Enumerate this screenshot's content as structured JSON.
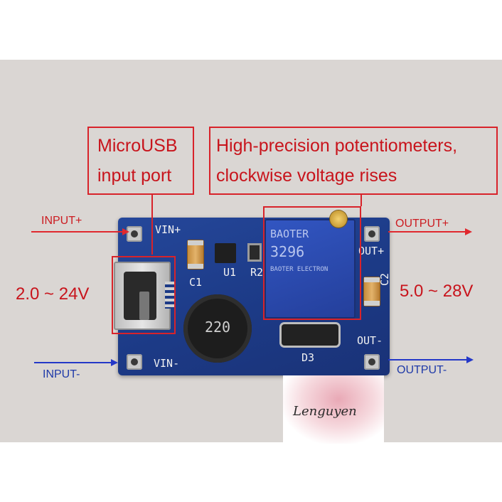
{
  "callouts": {
    "usb_line1": "MicroUSB",
    "usb_line2": "input port",
    "pot_line1": "High-precision potentiometers,",
    "pot_line2": "clockwise voltage rises"
  },
  "io": {
    "input_plus": "INPUT+",
    "input_minus": "INPUT-",
    "output_plus": "OUTPUT+",
    "output_minus": "OUTPUT-",
    "input_range": "2.0 ~ 24V",
    "output_range": "5.0 ~ 28V"
  },
  "board": {
    "vin_plus": "VIN+",
    "vin_minus": "VIN-",
    "out_plus": "OUT+",
    "out_minus": "OUT-",
    "c1": "C1",
    "c2": "C2",
    "u1": "U1",
    "r2": "R2",
    "d3": "D3",
    "inductor_value": "220",
    "pot_brand": "BAOTER",
    "pot_model": "3296",
    "pot_maker": "BAOTER ELECTRON"
  },
  "watermark": {
    "text": "Lenguyen"
  },
  "colors": {
    "callout_red": "#d8232a",
    "arrow_red": "#e0282e",
    "arrow_blue": "#2438c8",
    "pcb_blue": "#1c3a86"
  }
}
